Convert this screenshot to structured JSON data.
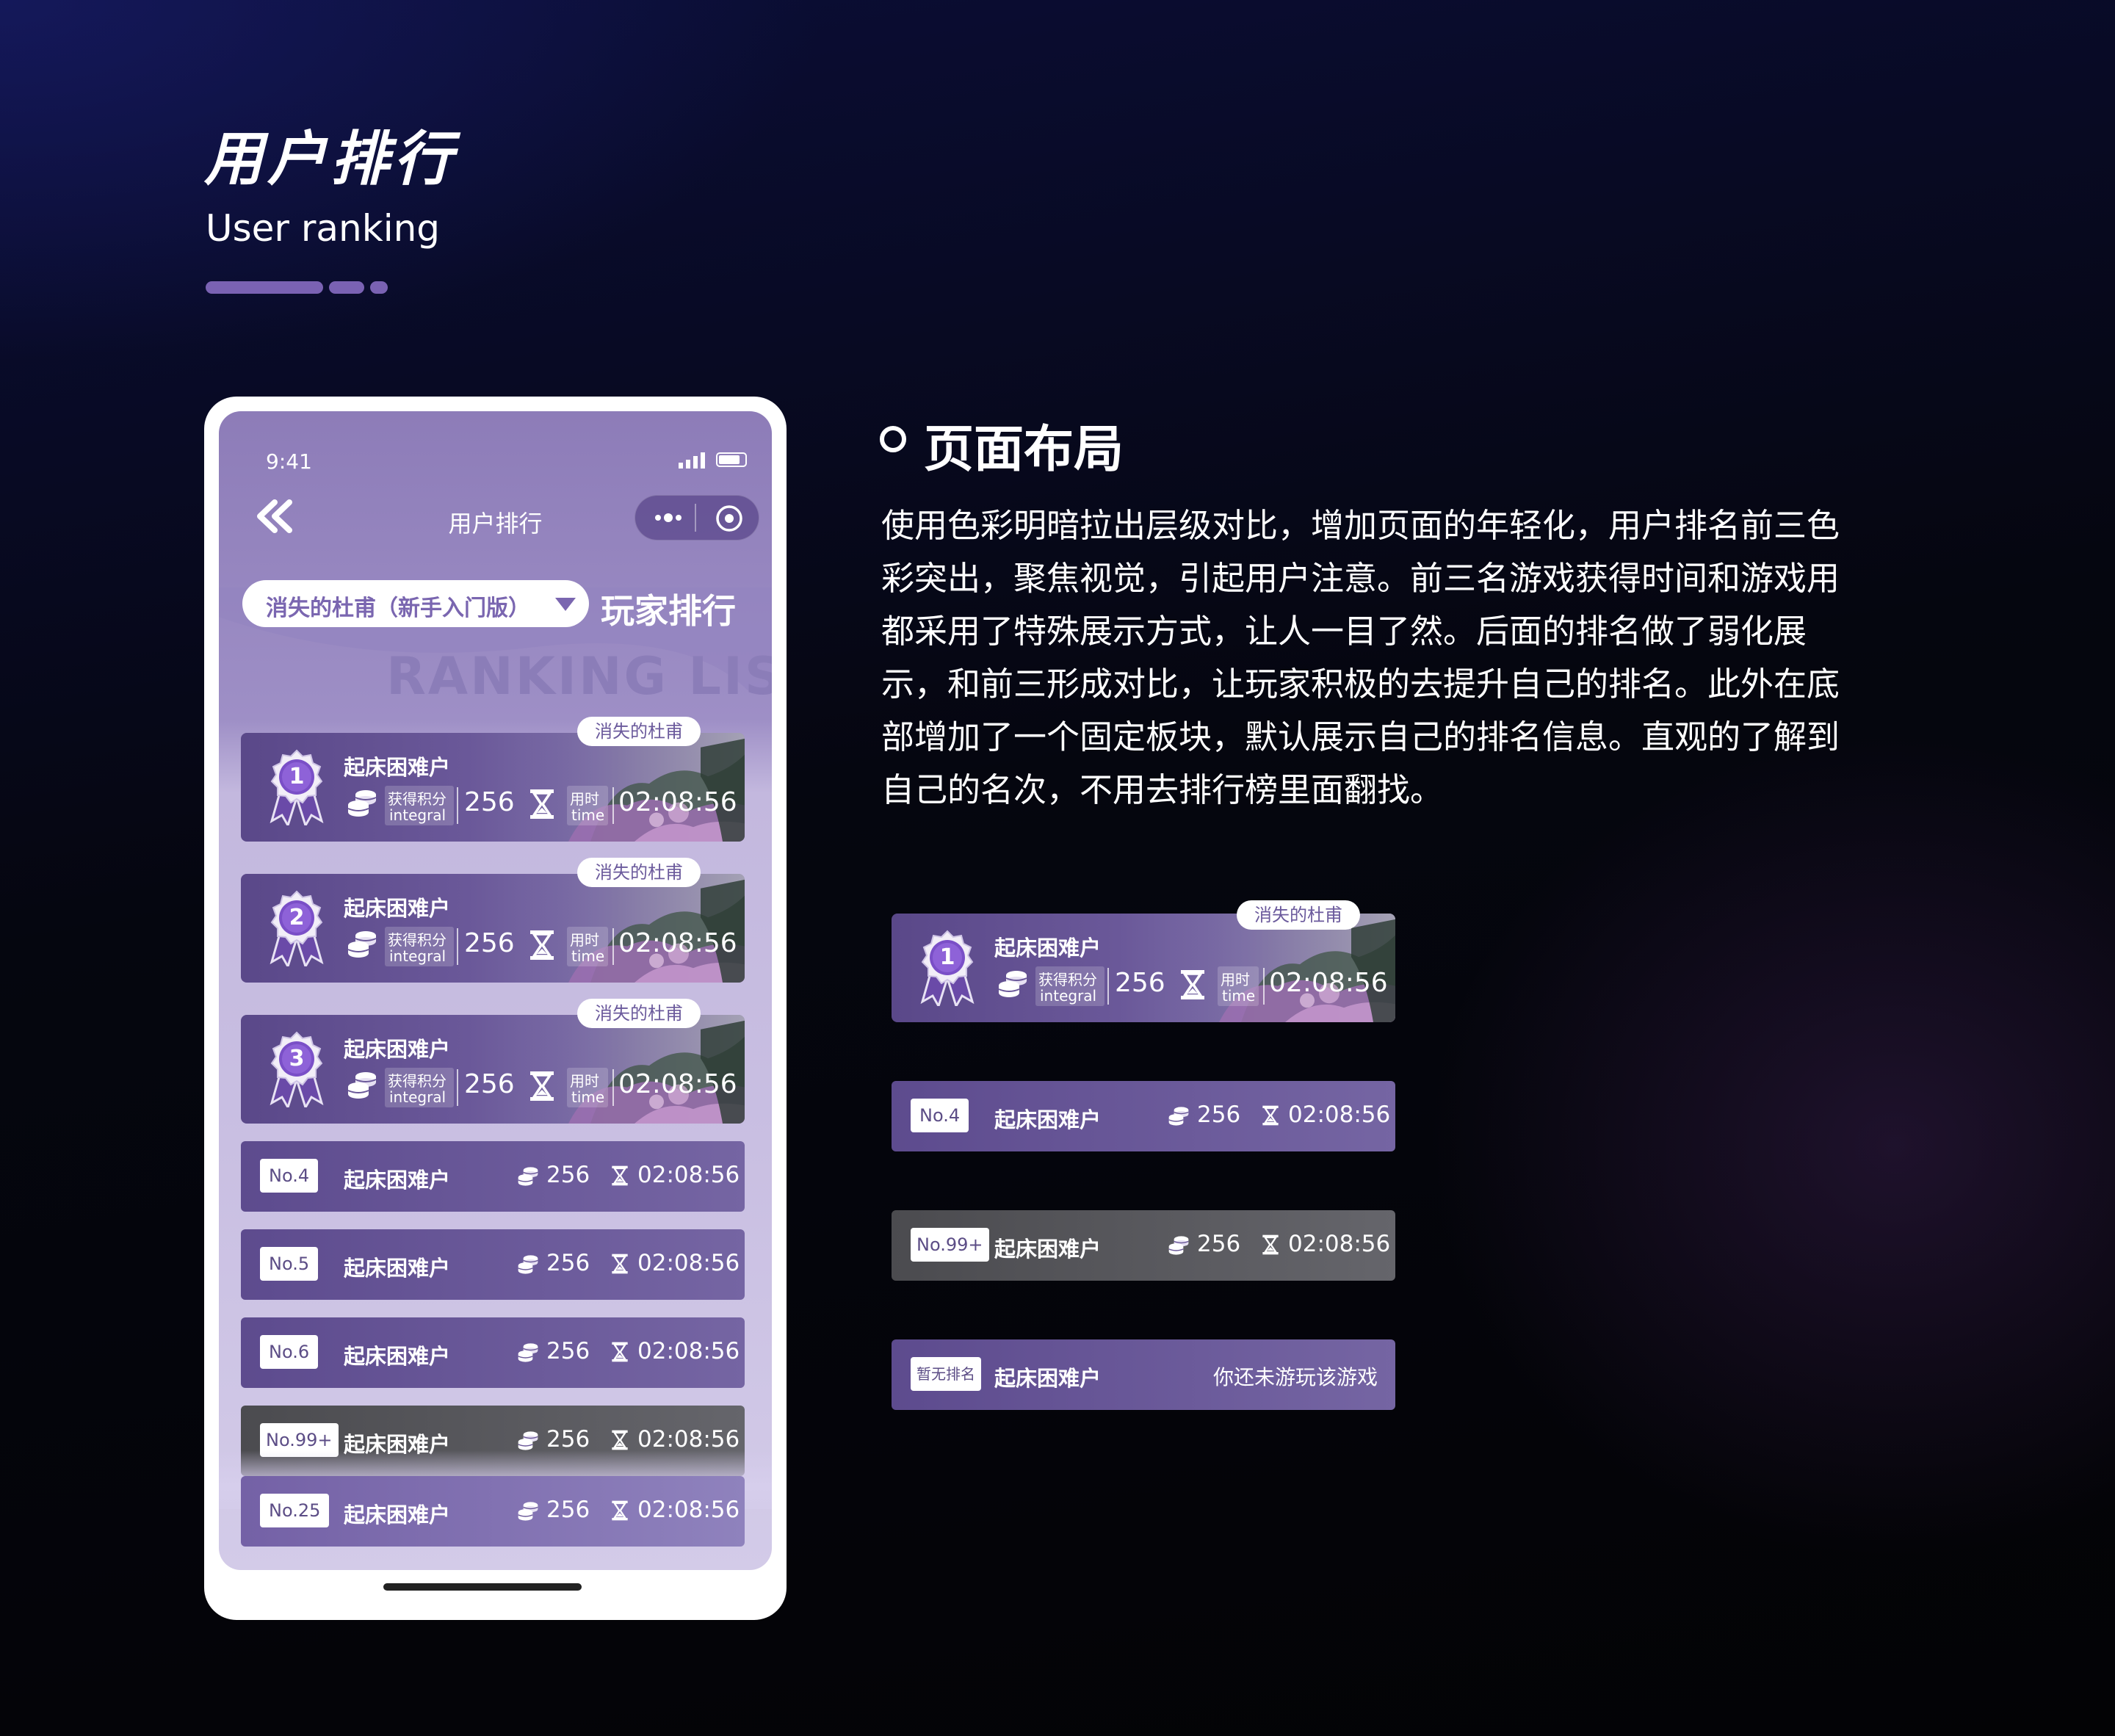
{
  "header": {
    "title": "用户排行",
    "subtitle": "User ranking"
  },
  "phone": {
    "status_time": "9:41",
    "nav_title": "用户排行",
    "dropdown_label": "消失的杜甫（新手入门版）",
    "players_title": "玩家排行",
    "ranking_bg_text": "RANKING LIST",
    "top_cards": [
      {
        "rank": "1",
        "tag": "消失的杜甫",
        "name": "起床困难户",
        "score_label_cn": "获得积分",
        "score_label_en": "integral",
        "score": "256",
        "time_label_cn": "用时",
        "time_label_en": "time",
        "time": "02:08:56"
      },
      {
        "rank": "2",
        "tag": "消失的杜甫",
        "name": "起床困难户",
        "score_label_cn": "获得积分",
        "score_label_en": "integral",
        "score": "256",
        "time_label_cn": "用时",
        "time_label_en": "time",
        "time": "02:08:56"
      },
      {
        "rank": "3",
        "tag": "消失的杜甫",
        "name": "起床困难户",
        "score_label_cn": "获得积分",
        "score_label_en": "integral",
        "score": "256",
        "time_label_cn": "用时",
        "time_label_en": "time",
        "time": "02:08:56"
      }
    ],
    "rows": [
      {
        "badge": "No.4",
        "name": "起床困难户",
        "score": "256",
        "time": "02:08:56"
      },
      {
        "badge": "No.5",
        "name": "起床困难户",
        "score": "256",
        "time": "02:08:56"
      },
      {
        "badge": "No.6",
        "name": "起床困难户",
        "score": "256",
        "time": "02:08:56"
      },
      {
        "badge": "No.99+",
        "name": "起床困难户",
        "score": "256",
        "time": "02:08:56"
      },
      {
        "badge": "No.25",
        "name": "起床困难户",
        "score": "256",
        "time": "02:08:56"
      }
    ]
  },
  "layout_section": {
    "title": "页面布局",
    "paragraph_lines": [
      "使用色彩明暗拉出层级对比，增加页面的年轻化，用户排名前三色",
      "彩突出，聚焦视觉，引起用户注意。前三名游戏获得时间和游戏用",
      "都采用了特殊展示方式，让人一目了然。后面的排名做了弱化展",
      "示，和前三形成对比，让玩家积极的去提升自己的排名。此外在底",
      "部增加了一个固定板块，默认展示自己的排名信息。直观的了解到",
      "自己的名次，不用去排行榜里面翻找。"
    ]
  },
  "showcase": {
    "top_card": {
      "rank": "1",
      "tag": "消失的杜甫",
      "name": "起床困难户",
      "score_label_cn": "获得积分",
      "score_label_en": "integral",
      "score": "256",
      "time_label_cn": "用时",
      "time_label_en": "time",
      "time": "02:08:56"
    },
    "row_normal": {
      "badge": "No.4",
      "name": "起床困难户",
      "score": "256",
      "time": "02:08:56"
    },
    "row_gray": {
      "badge": "No.99+",
      "name": "起床困难户",
      "score": "256",
      "time": "02:08:56"
    },
    "row_unranked": {
      "badge": "暂无排名",
      "name": "起床困难户",
      "message": "你还未游玩该游戏"
    }
  },
  "icons": [
    "back-chevron-icon",
    "more-dots-icon",
    "target-icon",
    "dropdown-arrow-icon",
    "medal-icon",
    "coin-stack-icon",
    "hourglass-icon",
    "signal-icon",
    "battery-icon"
  ],
  "colors": {
    "accent": "#7a62b3",
    "card": "#5d4b8e",
    "gray_card": "#55555a",
    "background": "#05060f"
  }
}
